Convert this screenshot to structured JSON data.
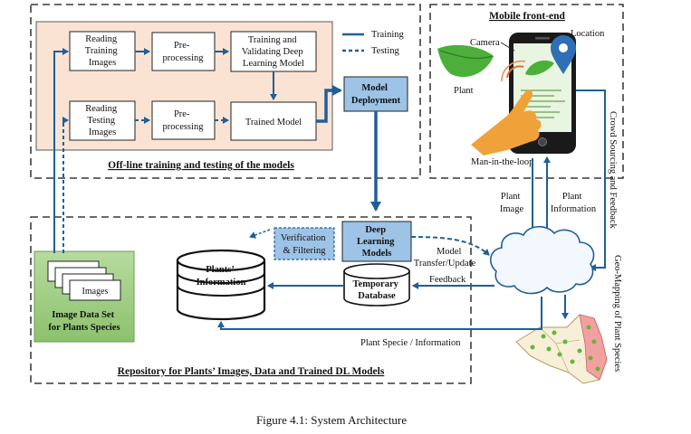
{
  "offline_section": {
    "title": "Off-line training and testing of the models",
    "reading_training": [
      "Reading",
      "Training",
      "Images"
    ],
    "preprocessing_top": [
      "Pre-",
      "processing"
    ],
    "training_validating": [
      "Training and",
      "Validating Deep",
      "Learning Model"
    ],
    "reading_testing": [
      "Reading",
      "Testing",
      "Images"
    ],
    "preprocessing_bottom": [
      "Pre-",
      "processing"
    ],
    "trained_model": "Trained Model"
  },
  "legend": {
    "training": "Training",
    "testing": "Testing"
  },
  "model_deployment": [
    "Model",
    "Deployment"
  ],
  "mobile_section": {
    "title": "Mobile front-end",
    "camera": "Camera",
    "location": "Location",
    "plant": "Plant",
    "man_in_loop": "Man-in-the-loop"
  },
  "flow_labels": {
    "plant_image": [
      "Plant",
      "Image"
    ],
    "plant_information": [
      "Plant",
      "Information"
    ],
    "crowd_sourcing": "Crowd Sourcing and Feedback",
    "geo_mapping": "Geo-Mapping of Plant Species",
    "model_transfer": [
      "Model",
      "Transfer/Update"
    ],
    "feedback": "Feedback",
    "plant_specie_info": "Plant Specie / Information"
  },
  "repository_section": {
    "title": "Repository for Plants’ Images, Data and Trained DL Models",
    "verification": [
      "Verification",
      "& Filtering"
    ],
    "deep_learning_models": [
      "Deep",
      "Learning",
      "Models"
    ],
    "plants_information": [
      "Plants’",
      "Information"
    ],
    "temporary_database": [
      "Temporary",
      "Database"
    ],
    "images_label": "Images",
    "image_data_set": [
      "Image Data Set",
      "for Plants Species"
    ]
  },
  "caption": "Figure 4.1: System Architecture",
  "colors": {
    "arrow_blue": "#1f5f99",
    "offline_fill": "#fbe3d4",
    "model_box": "#9dc3e6",
    "dataset_green": "#a9d18e",
    "leaf_green": "#4caf3a",
    "hand_orange": "#f0a23a",
    "pin_blue": "#2f6fb5"
  }
}
